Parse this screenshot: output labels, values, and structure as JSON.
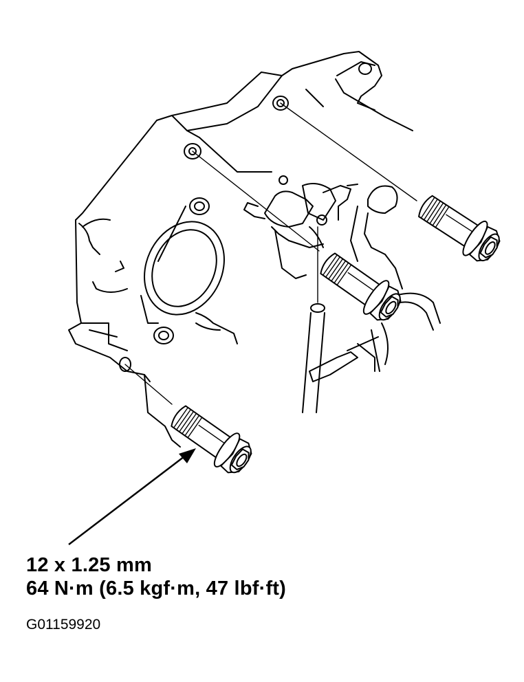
{
  "callout": {
    "bolt_size": "12 x 1.25 mm",
    "torque": "64 N·m (6.5 kgf·m, 47 lbf·ft)"
  },
  "figure_code": "G01159920",
  "colors": {
    "line": "#000000",
    "background": "#ffffff"
  }
}
